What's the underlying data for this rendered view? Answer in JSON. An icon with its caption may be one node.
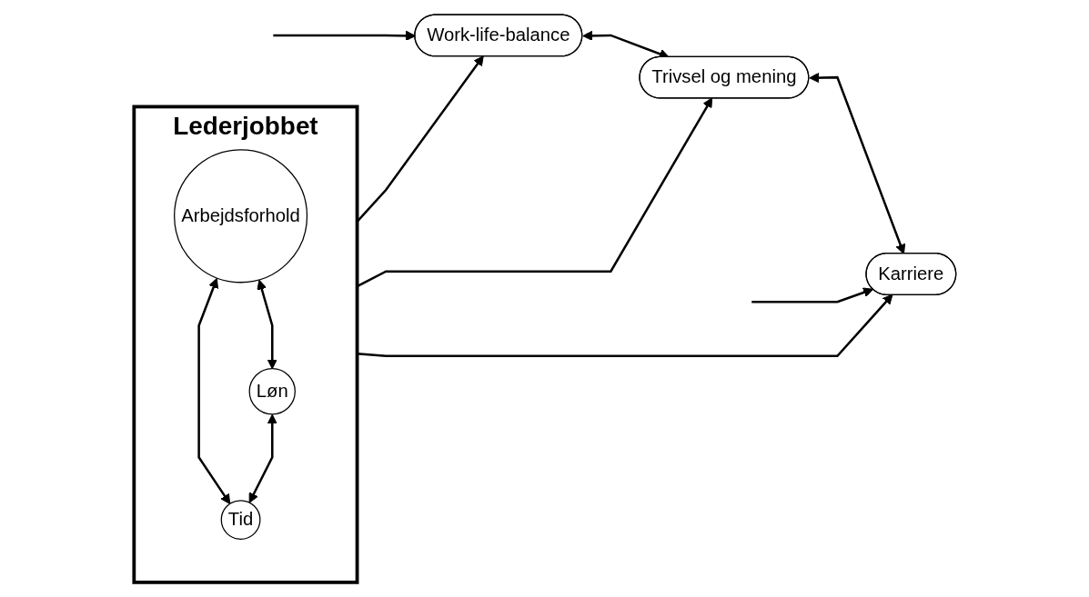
{
  "diagram": {
    "nodes": [
      {
        "text": [
          "Lederjobbet"
        ]
      },
      {
        "text": [
          "Arbejdsforhold"
        ],
        "in": 0
      },
      {
        "text": [
          "Løn"
        ],
        "in": 0
      },
      {
        "text": [
          "Tid"
        ],
        "in": 0
      },
      {
        "text": [
          "Work-life-balance"
        ]
      },
      {
        "text": [
          "Trivsel og mening"
        ]
      },
      {
        "text": [
          "Karriere"
        ]
      }
    ],
    "edges": [
      {
        "from": 1,
        "to": 2,
        "arrow": "both"
      },
      {
        "from": 1,
        "to": 3,
        "arrow": "both"
      },
      {
        "from": 2,
        "to": 3,
        "arrow": "both"
      },
      {
        "from": 0,
        "to": 4,
        "arrow": "to"
      },
      {
        "from": 0,
        "to": 5,
        "arrow": "to"
      },
      {
        "from": 0,
        "to": 6,
        "arrow": "to"
      },
      {
        "from": 4,
        "to": 5,
        "arrow": "both"
      },
      {
        "from": 5,
        "to": 6,
        "arrow": "both"
      },
      {
        "from": null,
        "to": 4,
        "arrow": "to"
      },
      {
        "from": null,
        "to": 6,
        "arrow": "to"
      }
    ]
  }
}
